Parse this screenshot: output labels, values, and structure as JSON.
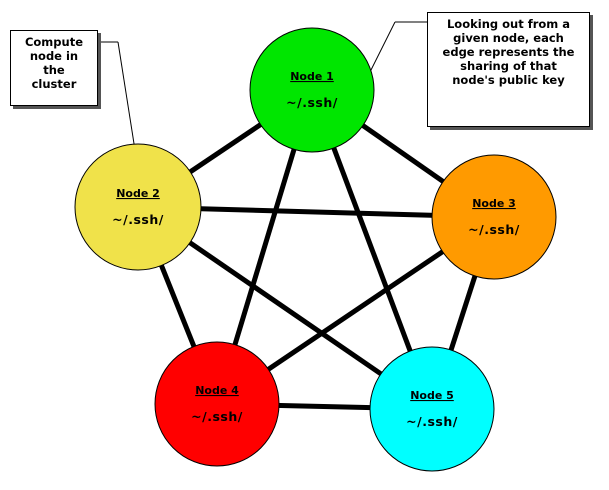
{
  "nodes": [
    {
      "id": "node-1",
      "title": "Node 1",
      "path": "~/.ssh/",
      "color": "#00e600"
    },
    {
      "id": "node-2",
      "title": "Node 2",
      "path": "~/.ssh/",
      "color": "#f0e24a"
    },
    {
      "id": "node-3",
      "title": "Node 3",
      "path": "~/.ssh/",
      "color": "#ff9a00"
    },
    {
      "id": "node-4",
      "title": "Node 4",
      "path": "~/.ssh/",
      "color": "#ff0000"
    },
    {
      "id": "node-5",
      "title": "Node 5",
      "path": "~/.ssh/",
      "color": "#00ffff"
    }
  ],
  "edges": [
    [
      "node-1",
      "node-2"
    ],
    [
      "node-1",
      "node-3"
    ],
    [
      "node-1",
      "node-4"
    ],
    [
      "node-1",
      "node-5"
    ],
    [
      "node-2",
      "node-3"
    ],
    [
      "node-2",
      "node-4"
    ],
    [
      "node-2",
      "node-5"
    ],
    [
      "node-3",
      "node-4"
    ],
    [
      "node-3",
      "node-5"
    ],
    [
      "node-4",
      "node-5"
    ]
  ],
  "callouts": {
    "left": "Compute\nnode in\nthe\ncluster",
    "right": "Looking out from a\ngiven node, each\nedge represents the\nsharing of that\nnode's public key"
  }
}
